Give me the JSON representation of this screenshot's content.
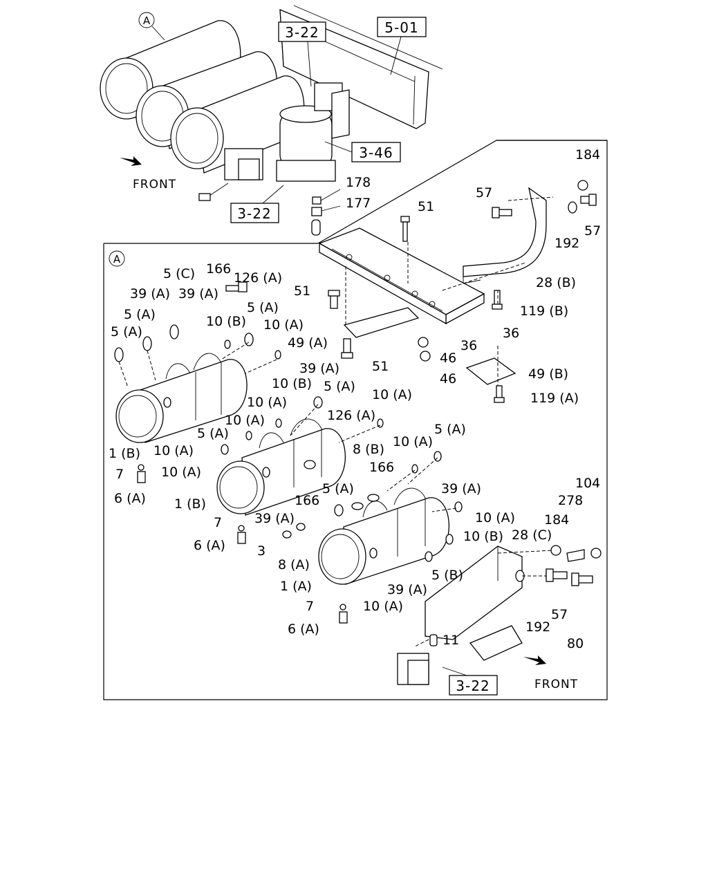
{
  "overview": {
    "circle_marker": "A",
    "front_label": "FRONT",
    "refs": {
      "top_left": "3-22",
      "top_right": "5-01",
      "middle": "3-46",
      "bottom": "3-22"
    },
    "labels": {
      "p178": "178",
      "p177": "177"
    }
  },
  "detail": {
    "circle_marker": "A",
    "front_label": "FRONT",
    "ref_bottom": "3-22",
    "labels": {
      "p184_top": "184",
      "p57_top": "57",
      "p57_right": "57",
      "p192_top": "192",
      "p51_top": "51",
      "p28b": "28 (B)",
      "p119b": "119 (B)",
      "p36_a": "36",
      "p36_b": "36",
      "p46_a": "46",
      "p46_b": "46",
      "p49a": "49 (A)",
      "p51_mid": "51",
      "p51_left": "51",
      "p49b": "49 (B)",
      "p119a": "119 (A)",
      "p126a_top": "126 (A)",
      "p166_top": "166",
      "p5c": "5 (C)",
      "p39a_1": "39 (A)",
      "p39a_2": "39 (A)",
      "p5a_1": "5 (A)",
      "p5a_2": "5 (A)",
      "p5a_3": "5 (A)",
      "p10b_1": "10 (B)",
      "p10a_1": "10 (A)",
      "p39a_3": "39 (A)",
      "p10b_2": "10 (B)",
      "p5a_4": "5 (A)",
      "p10a_2": "10 (A)",
      "p10a_3": "10 (A)",
      "p126a_mid": "126 (A)",
      "p10a_4": "10 (A)",
      "p1b_1": "1 (B)",
      "p10a_5": "10 (A)",
      "p5a_5": "5 (A)",
      "p7_1": "7",
      "p6a_1": "6 (A)",
      "p10a_6": "10 (A)",
      "p8b": "8 (B)",
      "p10a_7": "10 (A)",
      "p5a_6": "5 (A)",
      "p166_mid": "166",
      "p1b_2": "1 (B)",
      "p166_low": "166",
      "p5a_7": "5 (A)",
      "p39a_4": "39 (A)",
      "p39a_5": "39 (A)",
      "p10a_8": "10 (A)",
      "p104": "104",
      "p278": "278",
      "p7_2": "7",
      "p184_low": "184",
      "p6a_2": "6 (A)",
      "p28c": "28 (C)",
      "p3": "3",
      "p10b_3": "10 (B)",
      "p8a": "8 (A)",
      "p5b": "5 (B)",
      "p1a": "1 (A)",
      "p39a_6": "39 (A)",
      "p57_low": "57",
      "p7_3": "7",
      "p10a_9": "10 (A)",
      "p192_low": "192",
      "p6a_3": "6 (A)",
      "p11": "11",
      "p80": "80"
    }
  }
}
